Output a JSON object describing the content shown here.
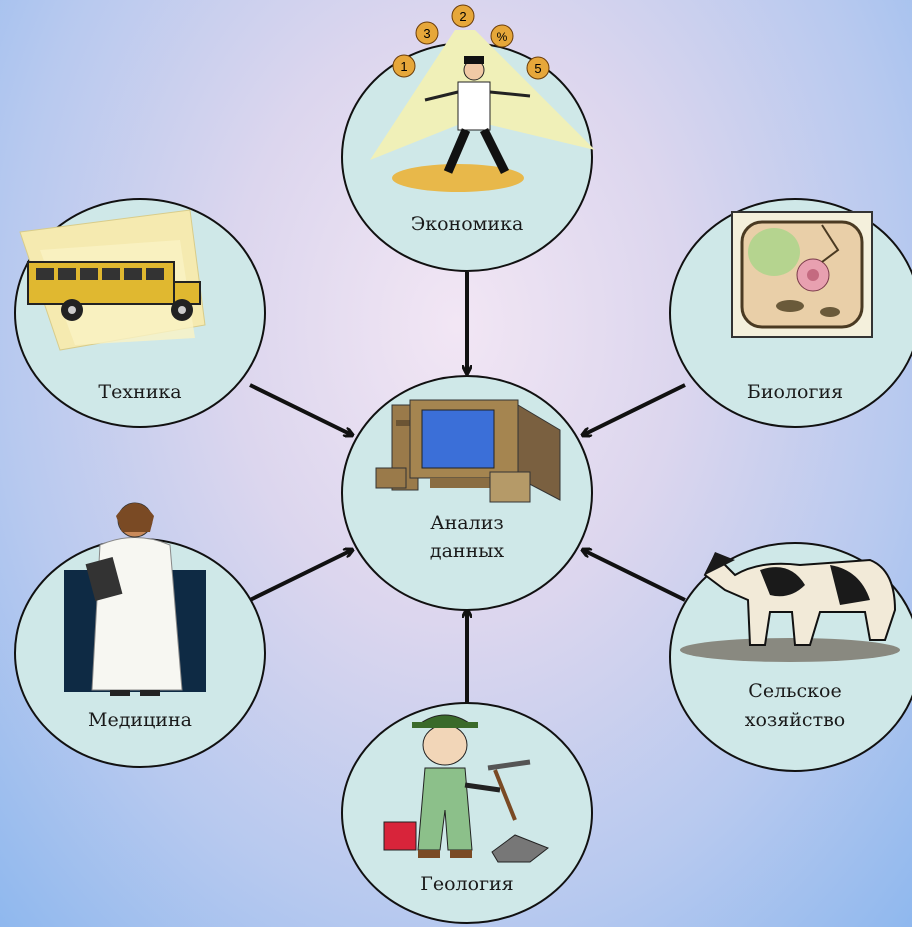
{
  "nodes": {
    "center": {
      "line1": "Анализ",
      "line2": "данных",
      "icon": "computer-icon"
    },
    "economics": {
      "label": "Экономика",
      "icon": "juggler-icon"
    },
    "technics": {
      "label": "Техника",
      "icon": "bus-icon"
    },
    "biology": {
      "label": "Биология",
      "icon": "cell-icon"
    },
    "medicine": {
      "label": "Медицина",
      "icon": "doctor-icon"
    },
    "agriculture": {
      "line1": "Сельское",
      "line2": "хозяйство",
      "icon": "cow-icon"
    },
    "geology": {
      "label": "Геология",
      "icon": "geologist-icon"
    }
  },
  "juggle_balls": [
    "3",
    "2",
    "%",
    "1",
    "5"
  ],
  "colors": {
    "node_fill": "#cfe8e8",
    "arrow": "#111111",
    "background": "#b7c9ef"
  }
}
